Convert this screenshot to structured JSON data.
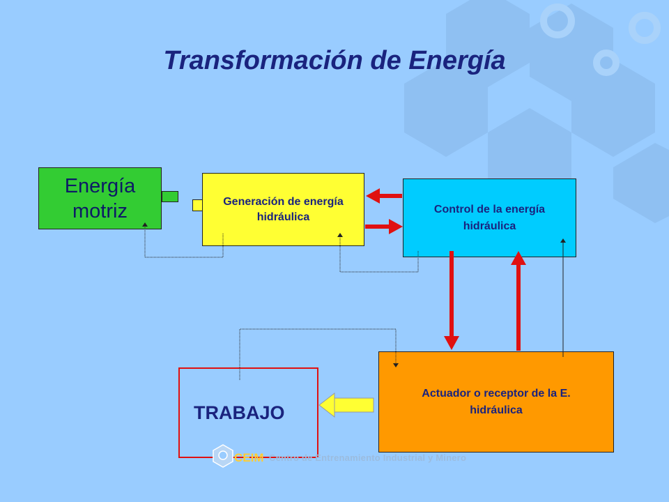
{
  "title": "Transformación de Energía",
  "boxes": {
    "energia_motriz": "Energía motriz",
    "generacion": "Generación de energía hidráulica",
    "control": "Control de la energía hidráulica",
    "actuador": "Actuador o receptor de la E.   hidráulica",
    "trabajo": "TRABAJO"
  },
  "footer": {
    "logo_text": "CEIM",
    "text": "Centro de Entrenamiento Industrial y Minero"
  },
  "colors": {
    "background": "#99ccff",
    "energia_motriz": "#33cc33",
    "generacion": "#ffff33",
    "control": "#00ccff",
    "actuador": "#ff9900",
    "trabajo_border": "#e01010",
    "power_arrow": "#e01010",
    "output_arrow": "#ffff33"
  }
}
